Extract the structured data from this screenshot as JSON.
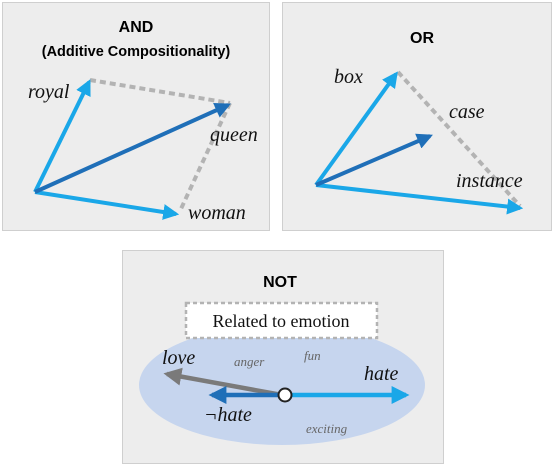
{
  "panels": {
    "and": {
      "title": "AND",
      "subtitle": "(Additive Compositionality)",
      "words": {
        "royal": "royal",
        "queen": "queen",
        "woman": "woman"
      }
    },
    "or": {
      "title": "OR",
      "words": {
        "box": "box",
        "case": "case",
        "instance": "instance"
      }
    },
    "not": {
      "title": "NOT",
      "region_label": "Related to emotion",
      "words": {
        "love": "love",
        "hate": "hate",
        "neg_hate": "¬hate"
      },
      "context_words": {
        "anger": "anger",
        "fun": "fun",
        "exciting": "exciting"
      }
    }
  },
  "colors": {
    "panel_bg": "#ededed",
    "arrow_light": "#1aa7e8",
    "arrow_dark": "#1f6fb8",
    "arrow_gray": "#7a7a7a",
    "dotted": "#b3b3b3",
    "ellipse": "#c6d5ee"
  }
}
